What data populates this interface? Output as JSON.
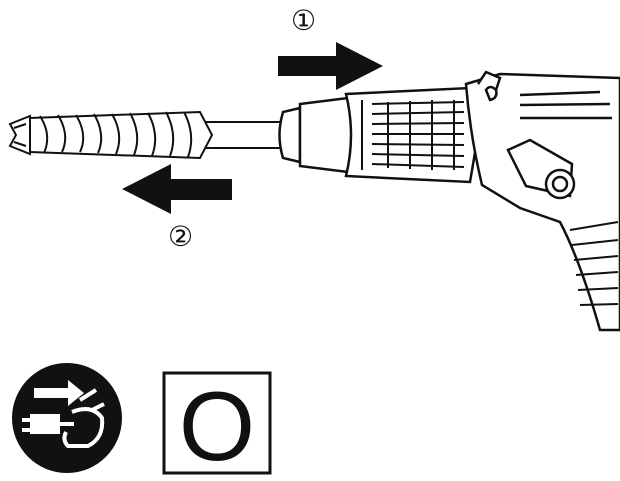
{
  "steps": [
    {
      "marker": "①",
      "direction": "insert"
    },
    {
      "marker": "②",
      "direction": "pull"
    }
  ],
  "icons": {
    "unplug": "unplug-power-icon",
    "off_switch": "power-off-icon"
  },
  "off_symbol": "O",
  "colors": {
    "ink": "#111111",
    "paper": "#ffffff"
  }
}
